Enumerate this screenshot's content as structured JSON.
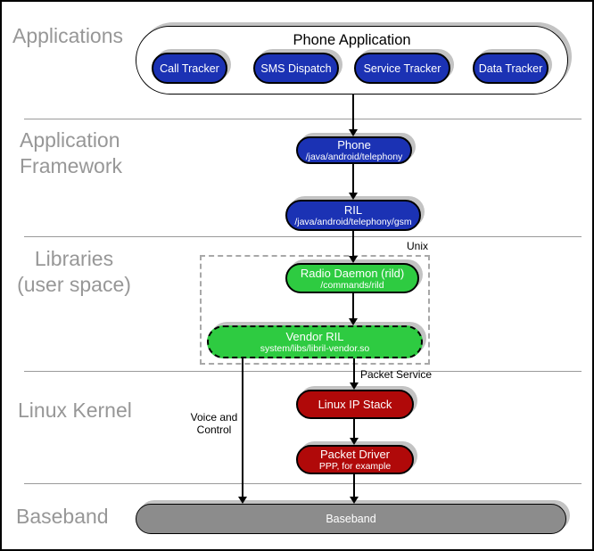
{
  "sections": {
    "applications": "Applications",
    "framework_line1": "Application",
    "framework_line2": "Framework",
    "libraries_line1": "Libraries",
    "libraries_line2": "(user space)",
    "linux_kernel": "Linux Kernel",
    "baseband": "Baseband"
  },
  "apps": {
    "container_title": "Phone Application",
    "items": [
      "Call Tracker",
      "SMS Dispatch",
      "Service Tracker",
      "Data Tracker"
    ]
  },
  "framework": {
    "phone": {
      "title": "Phone",
      "subtitle": "/java/android/telephony"
    },
    "ril": {
      "title": "RIL",
      "subtitle": "/java/android/telephony/gsm"
    }
  },
  "libraries": {
    "unix_label": "Unix",
    "radio_daemon": {
      "title": "Radio Daemon (rild)",
      "subtitle": "/commands/rild"
    },
    "vendor_ril": {
      "title": "Vendor RIL",
      "subtitle": "system/libs/libril-vendor.so"
    }
  },
  "kernel": {
    "ip_stack": {
      "title": "Linux IP Stack"
    },
    "packet_driver": {
      "title": "Packet Driver",
      "subtitle": "PPP, for example"
    }
  },
  "baseband_node": {
    "title": "Baseband"
  },
  "annotations": {
    "packet_service": "Packet Service",
    "voice_line1": "Voice and",
    "voice_line2": "Control"
  },
  "colors": {
    "app_blue": "#1b32b4",
    "lib_green": "#2ecb41",
    "kernel_red": "#b00909",
    "baseband_gray": "#8c8c8c",
    "section_label_gray": "#979797",
    "shadow_gray": "#c3c3c3"
  }
}
